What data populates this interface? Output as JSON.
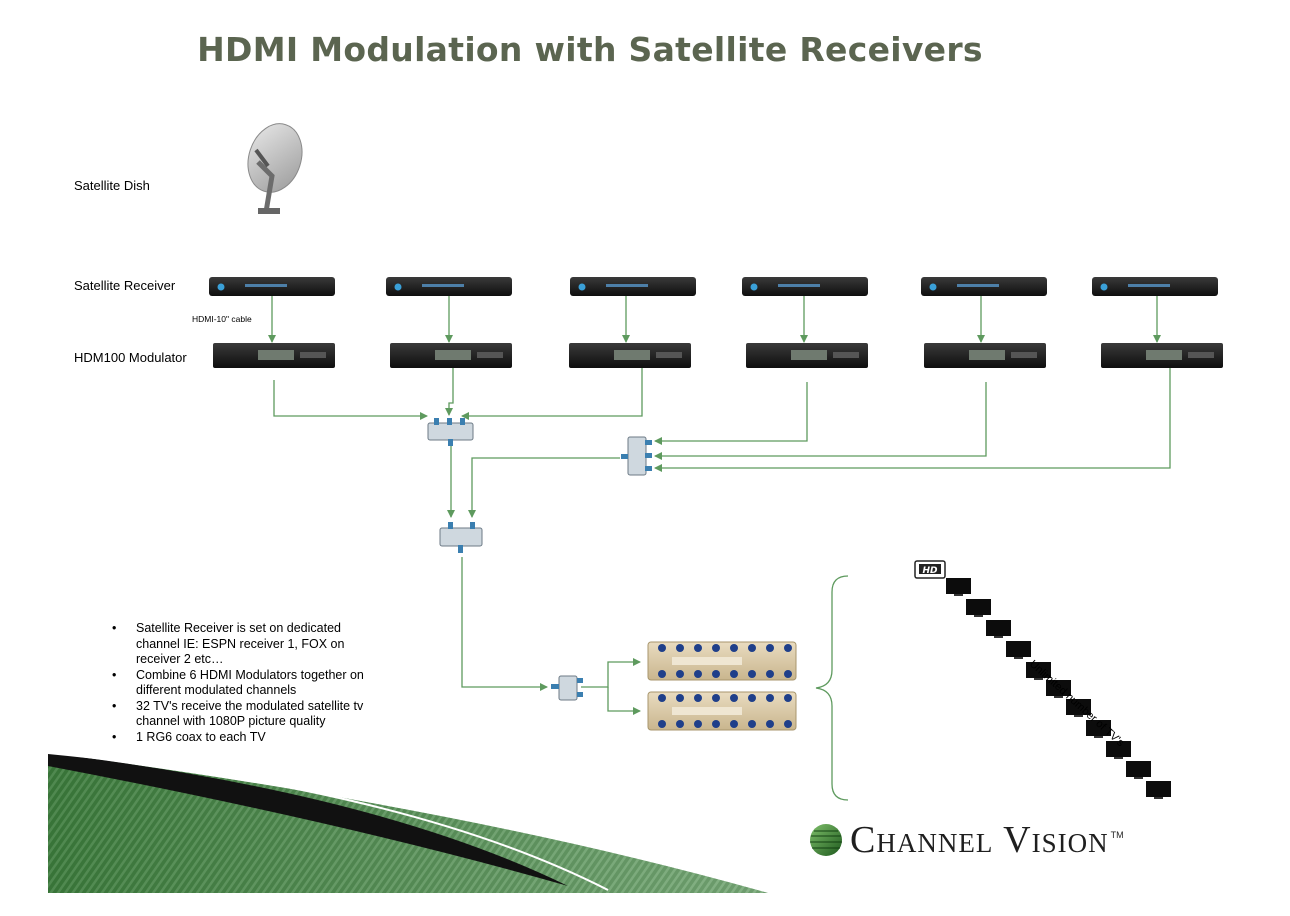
{
  "title": "HDMI Modulation with Satellite Receivers",
  "labels": {
    "dish": "Satellite Dish",
    "receiver": "Satellite Receiver",
    "modulator": "HDM100 Modulator",
    "cable": "HDMI-10\" cable"
  },
  "notes": [
    "Satellite Receiver is set on dedicated channel IE: ESPN receiver 1, FOX on receiver 2 etc…",
    "Combine 6 HDMI Modulators together on different modulated channels",
    "32 TV's receive the modulated satellite tv channel with 1080P picture quality",
    "1 RG6 coax to each TV"
  ],
  "tv_caption": "Unlimited number of TV's",
  "hd_badge": "HD",
  "brand": {
    "name": "Channel Vision",
    "tm": "TM"
  },
  "colors": {
    "title": "#5b6550",
    "arrow": "#5e9a5e",
    "swoosh_green": "#2e6b2e"
  },
  "icons": [
    "satellite-dish-icon",
    "receiver-icon",
    "modulator-icon",
    "splitter-icon",
    "distribution-amp-icon",
    "tv-icon",
    "brand-globe-icon"
  ]
}
